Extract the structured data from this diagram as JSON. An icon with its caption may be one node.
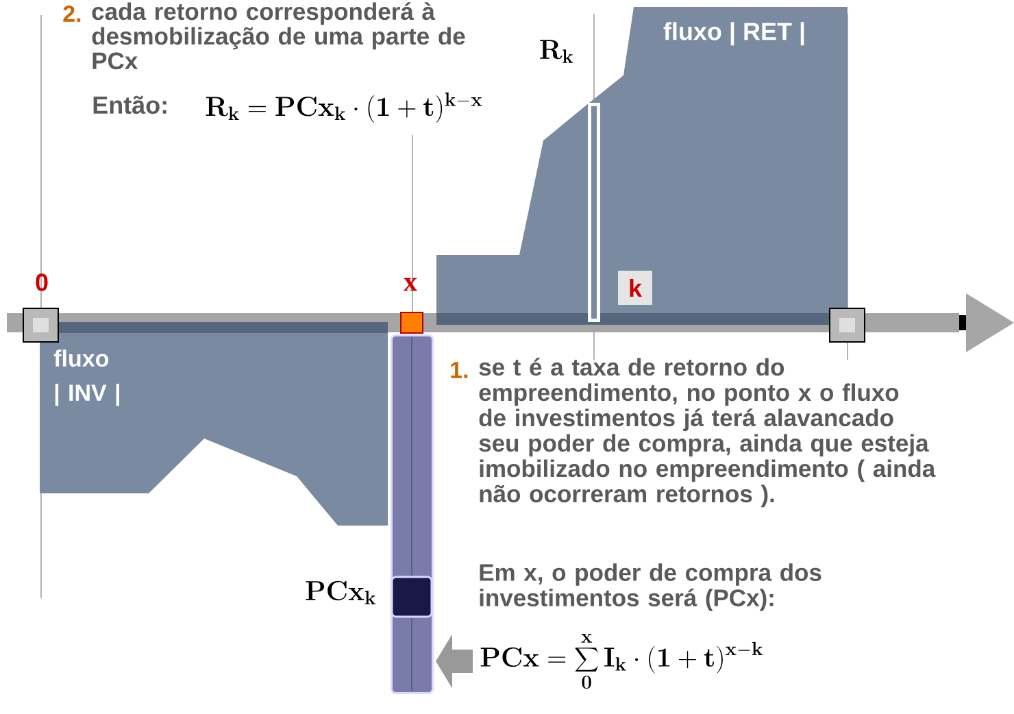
{
  "diagram": {
    "nodes": [
      {
        "text": [
          "fluxo | INV |"
        ]
      },
      {
        "text": [
          "fluxo | RET |"
        ]
      },
      {
        "text": [],
        "shape": "bar"
      },
      {
        "text": [
          "\\mathbf{PCx} = \\sum_{\\mathbf{0}}^{\\mathbf{x}} \\mathbf{I_k} \\cdot (\\mathbf{1+t})^{\\mathbf{x-k}}"
        ]
      }
    ],
    "edges": [
      {
        "from": 3,
        "to": 2,
        "arrow": "to"
      }
    ],
    "labels": [
      "2.",
      "cada retorno corresponderá à desmobilização de uma parte de PCx",
      "Então:",
      "\\mathbf{R_k = PCx_k \\cdot (1+t)^{k-x}}",
      "\\mathbf{R_k}",
      "0",
      "x",
      "k",
      "\\mathbf{PCx_k}",
      "1.",
      "se t é a taxa de retorno do empreendimento, no ponto x o fluxo de investimentos já terá alavancado seu poder de compra, ainda que esteja imobilizado no empreendimento ( ainda não ocorreram retornos ).",
      "Em x, o poder de compra dos investimentos será (PCx):"
    ]
  }
}
